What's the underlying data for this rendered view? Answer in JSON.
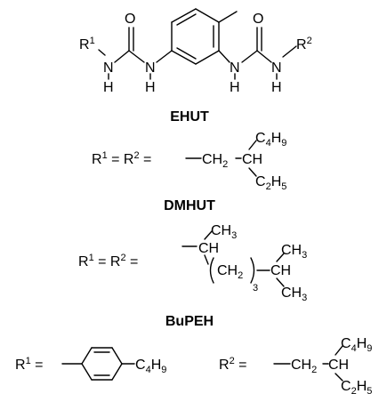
{
  "core": {
    "r1": "R",
    "r1_sup": "1",
    "r2": "R",
    "r2_sup": "2",
    "n": "N",
    "h": "H",
    "o": "O"
  },
  "ehut": {
    "title": "EHUT",
    "eq_r1": "R",
    "eq_r1_sup": "1",
    "eq_mid": " = R",
    "eq_r2_sup": "2",
    "eq_end": " =",
    "ch2": "CH",
    "ch2_sub": "2",
    "ch": "CH",
    "c4h9": "C",
    "c4h9_sub1": "4",
    "c4h9_h": "H",
    "c4h9_sub2": "9",
    "c2h5": "C",
    "c2h5_sub1": "2",
    "c2h5_h": "H",
    "c2h5_sub2": "5"
  },
  "dmhut": {
    "title": "DMHUT",
    "eq_r1": "R",
    "eq_r1_sup": "1",
    "eq_mid": " = R",
    "eq_r2_sup": "2",
    "eq_end": " =",
    "ch3_top": "CH",
    "ch3_top_sub": "3",
    "ch_left": "CH",
    "ch2": "CH",
    "ch2_sub": "2",
    "repeat": "3",
    "ch_right": "CH",
    "ch3_right_top": "CH",
    "ch3_right_top_sub": "3",
    "ch3_right_bot": "CH",
    "ch3_right_bot_sub": "3"
  },
  "bupeh": {
    "title": "BuPEH",
    "r1": "R",
    "r1_sup": "1",
    "r1_eq": " =",
    "c4h9": "C",
    "c4h9_sub1": "4",
    "c4h9_h": "H",
    "c4h9_sub2": "9",
    "r2": "R",
    "r2_sup": "2",
    "r2_eq": " =",
    "ch2": "CH",
    "ch2_sub": "2",
    "ch": "CH",
    "br_c4h9": "C",
    "br_c4h9_sub1": "4",
    "br_c4h9_h": "H",
    "br_c4h9_sub2": "9",
    "br_c2h5": "C",
    "br_c2h5_sub1": "2",
    "br_c2h5_h": "H",
    "br_c2h5_sub2": "5"
  }
}
